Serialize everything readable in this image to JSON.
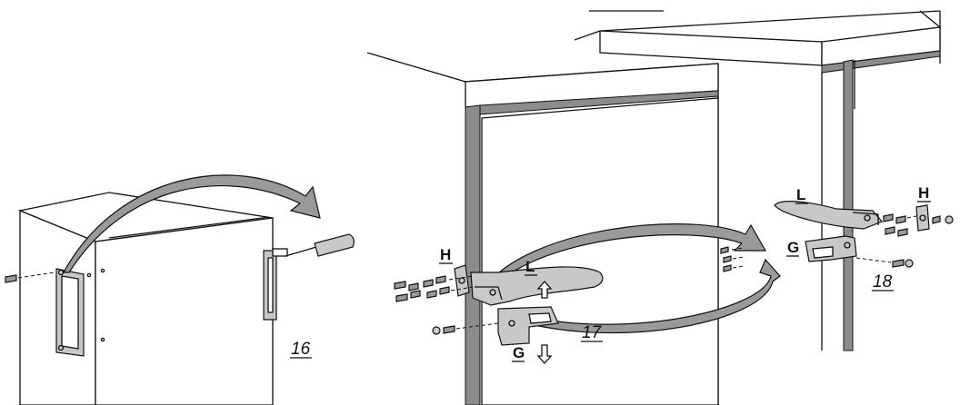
{
  "labels": {
    "h_left": "H",
    "l_left": "L",
    "g_left": "G",
    "h_right": "H",
    "l_right": "L",
    "g_right": "G"
  },
  "steps": {
    "s16": "16",
    "s17": "17",
    "s18": "18"
  },
  "colors": {
    "line": "#111111",
    "arrow_fill": "#9a9a9a",
    "hinge_fill": "#c8c8c8",
    "door_edge": "#8c8c8c"
  }
}
